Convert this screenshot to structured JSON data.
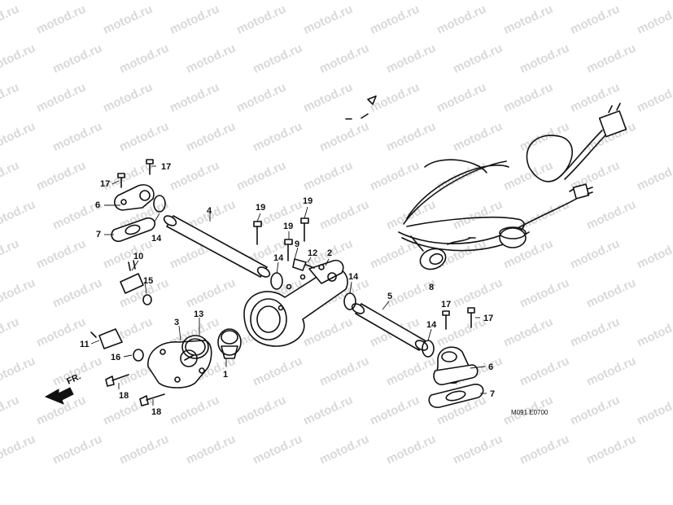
{
  "watermark": {
    "text": "motod.ru"
  },
  "diagram": {
    "callouts": {
      "c1": "1",
      "c2": "2",
      "c3": "3",
      "c4": "4",
      "c5": "5",
      "c6a": "6",
      "c6b": "6",
      "c7a": "7",
      "c7b": "7",
      "c8": "8",
      "c9": "9",
      "c10": "10",
      "c11": "11",
      "c12": "12",
      "c13": "13",
      "c14a": "14",
      "c14b": "14",
      "c14c": "14",
      "c14d": "14",
      "c15": "15",
      "c16": "16",
      "c17a": "17",
      "c17b": "17",
      "c17c": "17",
      "c17d": "17",
      "c18a": "18",
      "c18b": "18",
      "c19a": "19",
      "c19b": "19",
      "c19c": "19"
    },
    "front_marker": "FR.",
    "drawing_code": "M091 E0700"
  }
}
